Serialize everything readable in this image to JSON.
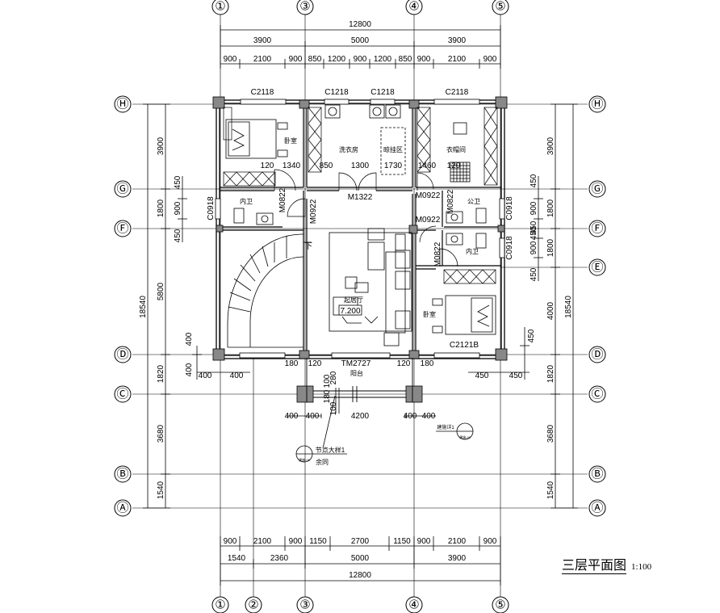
{
  "title": {
    "main": "三层平面图",
    "scale": "1:100"
  },
  "axes": {
    "top": [
      "①",
      "③",
      "④",
      "⑤"
    ],
    "bottom": [
      "①",
      "②",
      "③",
      "④",
      "⑤"
    ],
    "left": [
      "Ⓗ",
      "Ⓖ",
      "Ⓕ",
      "Ⓓ",
      "Ⓒ",
      "Ⓑ",
      "Ⓐ"
    ],
    "right": [
      "Ⓗ",
      "Ⓖ",
      "Ⓕ",
      "Ⓔ",
      "Ⓓ",
      "Ⓒ",
      "Ⓑ",
      "Ⓐ"
    ]
  },
  "dims": {
    "top_total": "12800",
    "top_mid": [
      "3900",
      "5000",
      "3900"
    ],
    "top_detail": [
      "900",
      "2100",
      "900",
      "850",
      "1200",
      "900",
      "1200",
      "850",
      "900",
      "2100",
      "900"
    ],
    "bottom_detail": [
      "900",
      "2100",
      "900",
      "1150",
      "2700",
      "1150",
      "900",
      "2100",
      "900"
    ],
    "bottom_mid": [
      "1540",
      "2360",
      "5000",
      "3900"
    ],
    "bottom_total": "12800",
    "left_outer": "18540",
    "left_mid": [
      "3900",
      "1800",
      "5800",
      "1820",
      "3680",
      "1540"
    ],
    "left_detail": [
      "450",
      "900",
      "450"
    ],
    "left_small": [
      "400",
      "400"
    ],
    "right_outer": "18540",
    "right_mid": [
      "3900",
      "1800",
      "1800",
      "4000",
      "1820",
      "3680",
      "1540"
    ],
    "right_detail": [
      "450",
      "900",
      "450",
      "450",
      "900",
      "450"
    ],
    "right_small": "450",
    "inner": [
      "120",
      "1340",
      "850",
      "1300",
      "1730",
      "1460",
      "120"
    ],
    "d_row": [
      "400",
      "400",
      "180",
      "120",
      "120",
      "180",
      "450",
      "450"
    ],
    "balcony": [
      "280",
      "100",
      "180",
      "100",
      "400",
      "400",
      "4200",
      "400",
      "400"
    ]
  },
  "labels": {
    "windows": [
      "C2118",
      "C1218",
      "C1218",
      "C2118",
      "C0918",
      "C0918",
      "C0918",
      "C2121B",
      "TM2727"
    ],
    "doors": [
      "M0822",
      "M0922",
      "M1322",
      "M0922",
      "M0822",
      "M0922",
      "M0822"
    ],
    "level": "7.200",
    "stair_down": "下",
    "node_detail": "节点大样1",
    "node_sub": "余同",
    "cut_detail": "建施-09",
    "detail_label": "建施详1"
  },
  "rooms": {
    "bed_left": "卧室",
    "laundry": "洗衣房",
    "drying": "晾挂区",
    "closet": "衣帽间",
    "bath_left": "内卫",
    "bath_pub": "公卫",
    "bath_right": "内卫",
    "living": "起居厅",
    "bed_right": "卧室",
    "balcony": "阳台"
  }
}
